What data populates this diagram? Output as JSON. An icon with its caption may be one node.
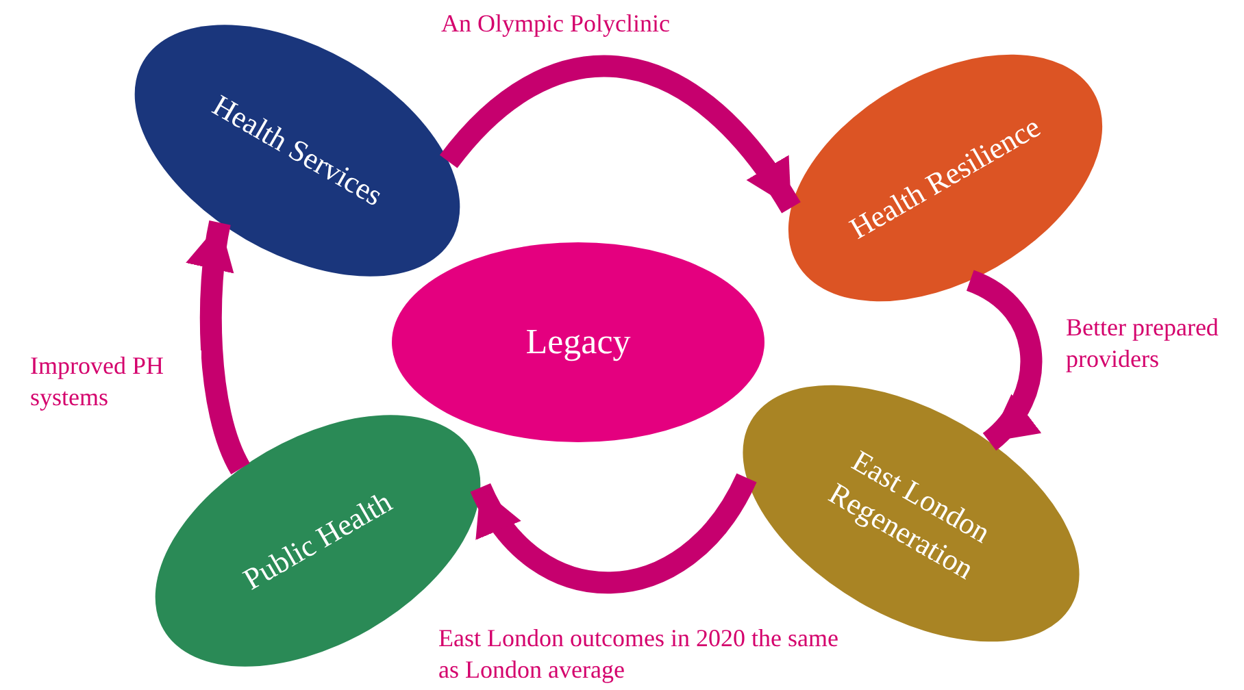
{
  "diagram": {
    "nodes": [
      {
        "text": [
          "Health Services"
        ]
      },
      {
        "text": [
          "Health Resilience"
        ]
      },
      {
        "text": [
          "Legacy"
        ]
      },
      {
        "text": [
          "East  London Regeneration"
        ]
      },
      {
        "text": [
          "Public Health"
        ]
      }
    ],
    "edges": [
      {
        "from": 0,
        "to": 1,
        "arrow": "to",
        "label": "An Olympic Polyclinic"
      },
      {
        "from": 1,
        "to": 3,
        "arrow": "to",
        "label": "Better prepared providers"
      },
      {
        "from": 3,
        "to": 4,
        "arrow": "to",
        "label": "East London outcomes in 2020 the same as London average"
      },
      {
        "from": 4,
        "to": 0,
        "arrow": "to",
        "label": "Improved PH systems"
      }
    ]
  }
}
